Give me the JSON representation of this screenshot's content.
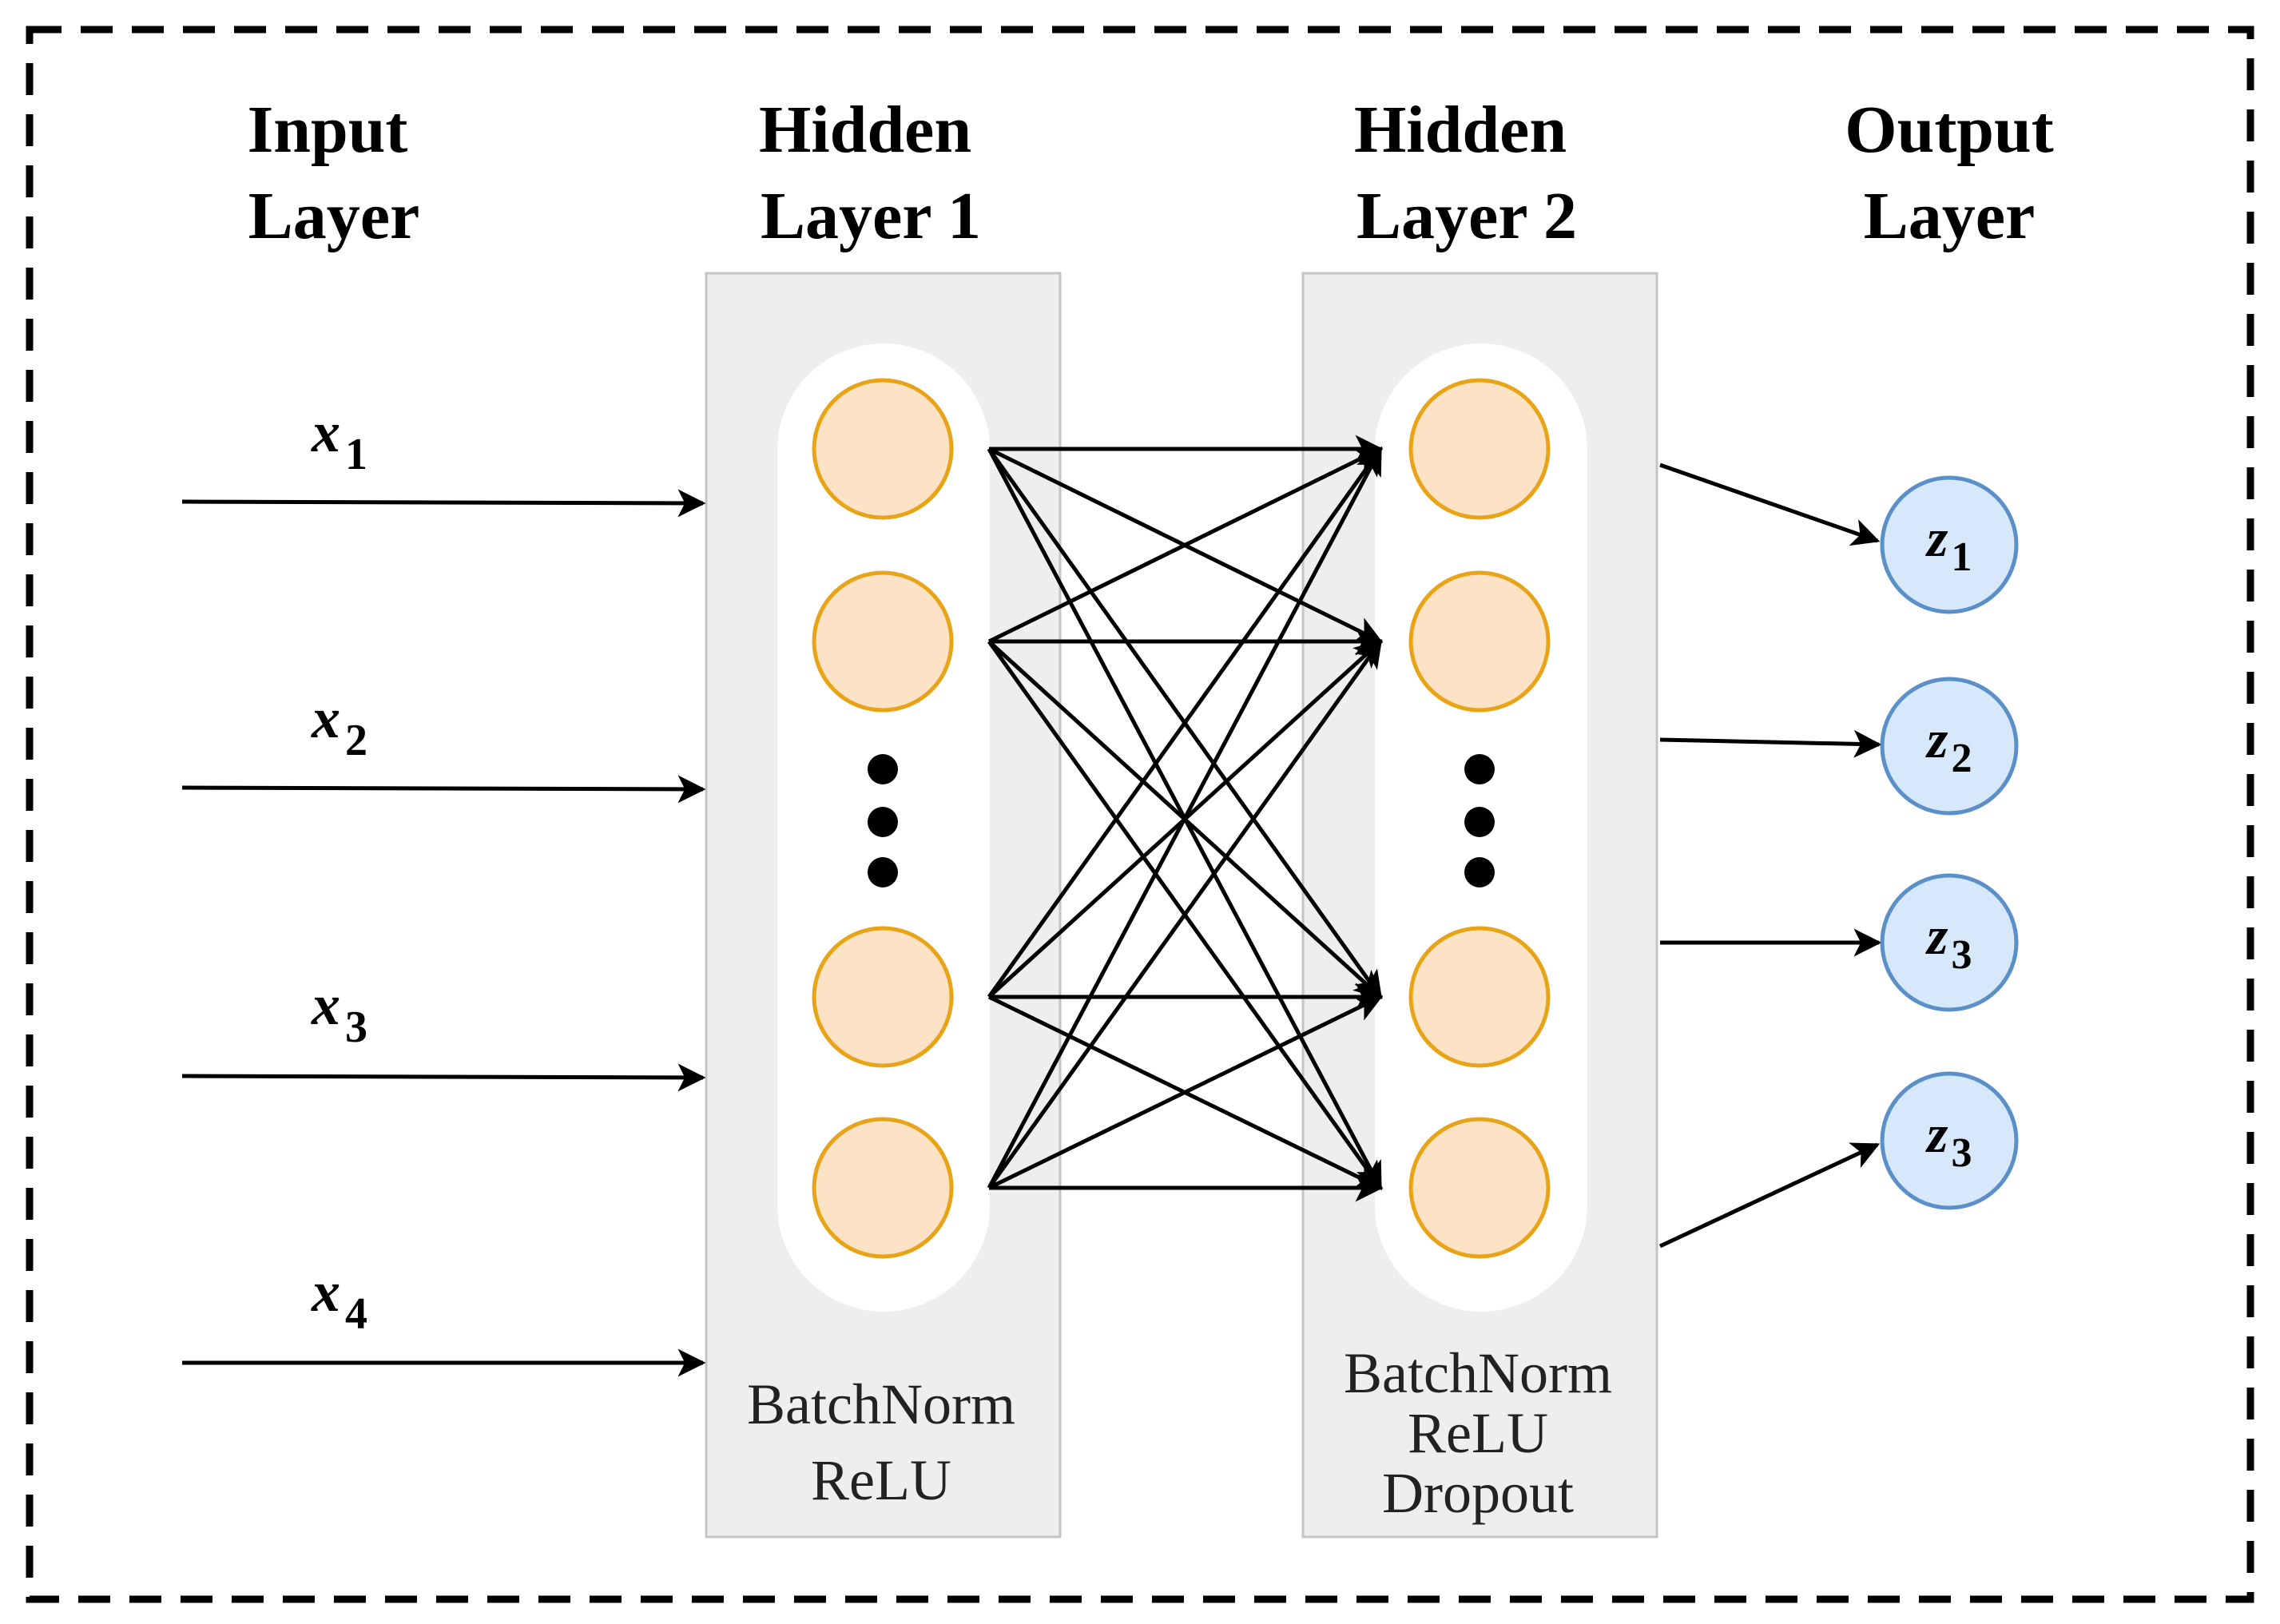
{
  "layers": [
    {
      "title_line1": "Input",
      "title_line2": "Layer"
    },
    {
      "title_line1": "Hidden",
      "title_line2": "Layer 1"
    },
    {
      "title_line1": "Hidden",
      "title_line2": "Layer 2"
    },
    {
      "title_line1": "Output",
      "title_line2": "Layer"
    }
  ],
  "inputs": [
    {
      "var": "x",
      "sub": "1"
    },
    {
      "var": "x",
      "sub": "2"
    },
    {
      "var": "x",
      "sub": "3"
    },
    {
      "var": "x",
      "sub": "4"
    }
  ],
  "hidden1_ops": [
    "BatchNorm",
    "ReLU"
  ],
  "hidden2_ops": [
    "BatchNorm",
    "ReLU",
    "Dropout"
  ],
  "outputs": [
    {
      "var": "z",
      "sub": "1"
    },
    {
      "var": "z",
      "sub": "2"
    },
    {
      "var": "z",
      "sub": "3"
    },
    {
      "var": "z",
      "sub": "3"
    }
  ],
  "colors": {
    "hidden_node_fill": "#fde3c6",
    "hidden_node_stroke": "#e8a317",
    "output_node_fill": "#d6e8f9",
    "output_node_stroke": "#5b8fc8",
    "panel_fill": "#eeeeee",
    "panel_stroke": "#c4c4c4"
  },
  "icons": {
    "ellipsis": "vertical-ellipsis-dots-icon",
    "arrow": "arrowhead-icon"
  }
}
